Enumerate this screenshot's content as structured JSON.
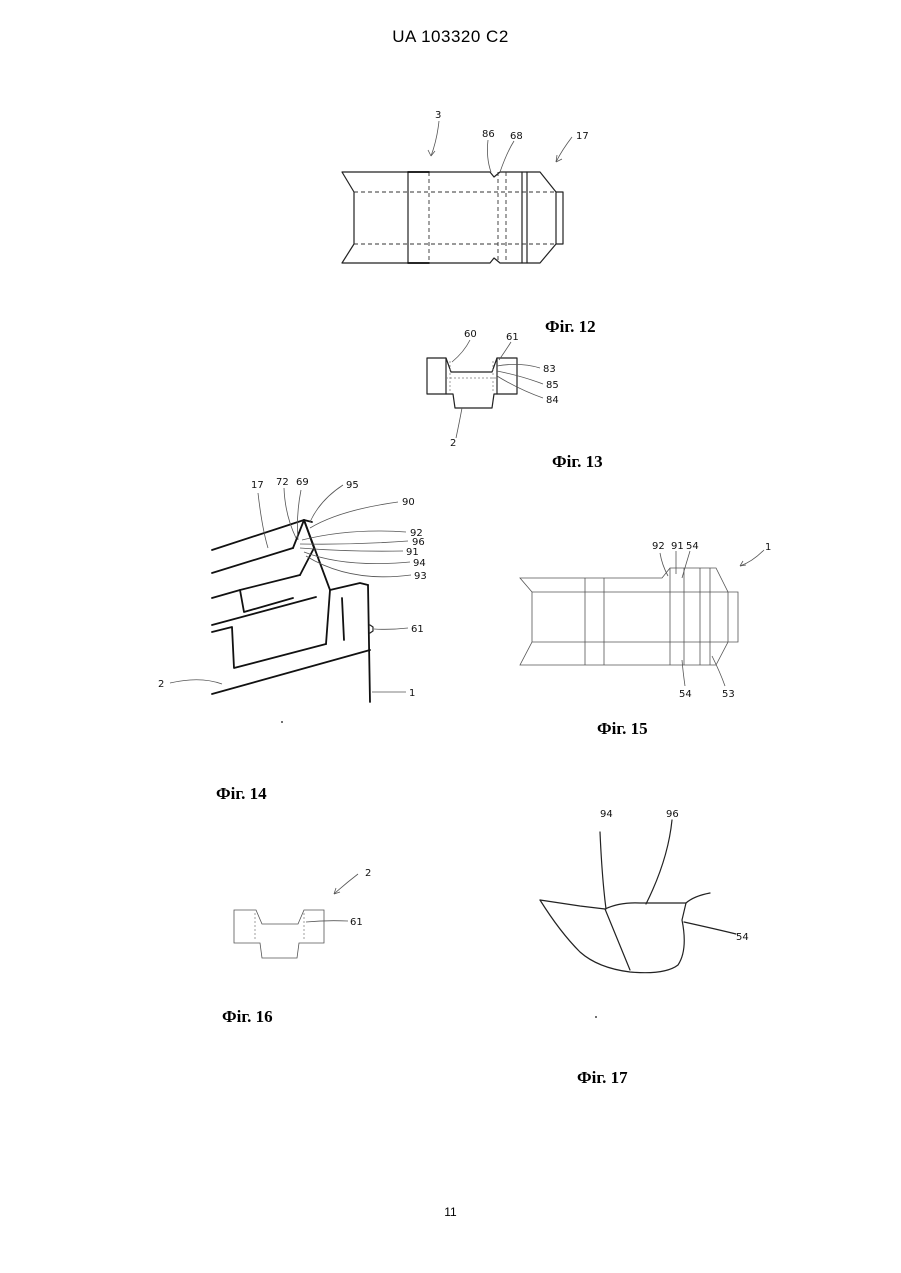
{
  "header": {
    "text": "UA   103320   C2"
  },
  "figures": {
    "fig12": {
      "label": "Фіг. 12",
      "refs": {
        "r3": "3",
        "r86": "86",
        "r68": "68",
        "r17": "17"
      }
    },
    "fig13": {
      "label": "Фіг. 13",
      "refs": {
        "r60": "60",
        "r61": "61",
        "r83": "83",
        "r85": "85",
        "r84": "84",
        "r2": "2"
      }
    },
    "fig14": {
      "label": "Фіг. 14",
      "refs": {
        "r17": "17",
        "r72": "72",
        "r69": "69",
        "r95": "95",
        "r90": "90",
        "r92": "92",
        "r96": "96",
        "r91": "91",
        "r94": "94",
        "r93": "93",
        "r61": "61",
        "r2": "2",
        "r1": "1"
      }
    },
    "fig15": {
      "label": "Фіг. 15",
      "refs": {
        "r92": "92",
        "r91": "91",
        "r54a": "54",
        "r1": "1",
        "r54b": "54",
        "r53": "53"
      }
    },
    "fig16": {
      "label": "Фіг. 16",
      "refs": {
        "r2": "2",
        "r61": "61"
      }
    },
    "fig17": {
      "label": "Фіг. 17",
      "refs": {
        "r94": "94",
        "r96": "96",
        "r54": "54"
      }
    }
  },
  "footer": {
    "page_number": "11"
  }
}
